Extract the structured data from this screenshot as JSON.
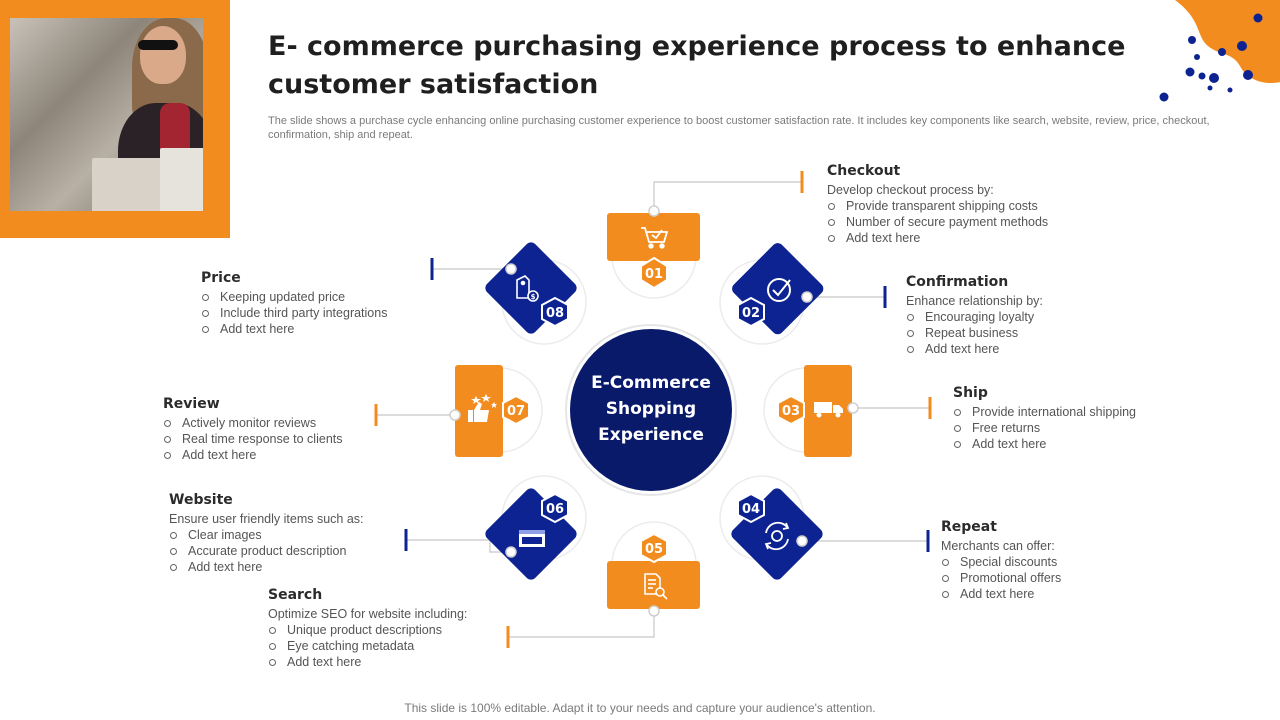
{
  "title": "E- commerce purchasing experience process to enhance customer satisfaction",
  "subtitle": "The slide shows a purchase cycle enhancing online purchasing customer experience to boost customer satisfaction rate. It includes key components like search, website, review, price, checkout, confirmation, ship and repeat.",
  "footer": "This slide is 100% editable. Adapt it to your needs and capture your audience's attention.",
  "hub": {
    "line1": "E-Commerce",
    "line2": "Shopping",
    "line3": "Experience"
  },
  "colors": {
    "orange": "#f28c1e",
    "navy": "#0d2391",
    "hub": "#0a1a6b"
  },
  "steps": [
    {
      "num": "01",
      "title": "Checkout",
      "intro": "Develop checkout process by:",
      "bullets": [
        "Provide transparent shipping costs",
        "Number of secure payment methods",
        "Add text here"
      ],
      "icon": "cart-check-icon"
    },
    {
      "num": "02",
      "title": "Confirmation",
      "intro": "Enhance relationship by:",
      "bullets": [
        "Encouraging loyalty",
        "Repeat business",
        "Add text here"
      ],
      "icon": "checkmark-circle-icon"
    },
    {
      "num": "03",
      "title": "Ship",
      "intro": "",
      "bullets": [
        "Provide international shipping",
        "Free returns",
        "Add text here"
      ],
      "icon": "truck-icon"
    },
    {
      "num": "04",
      "title": "Repeat",
      "intro": "Merchants can offer:",
      "bullets": [
        "Special discounts",
        "Promotional offers",
        "Add text here"
      ],
      "icon": "refresh-gear-icon"
    },
    {
      "num": "05",
      "title": "Search",
      "intro": "Optimize SEO for website including:",
      "bullets": [
        "Unique product descriptions",
        "Eye catching metadata",
        "Add text here"
      ],
      "icon": "document-search-icon"
    },
    {
      "num": "06",
      "title": "Website",
      "intro": "Ensure user friendly items such as:",
      "bullets": [
        "Clear images",
        "Accurate product description",
        "Add text here"
      ],
      "icon": "browser-window-icon"
    },
    {
      "num": "07",
      "title": "Review",
      "intro": "",
      "bullets": [
        "Actively monitor reviews",
        "Real time response to clients",
        "Add text here"
      ],
      "icon": "thumbs-up-stars-icon"
    },
    {
      "num": "08",
      "title": "Price",
      "intro": "",
      "bullets": [
        "Keeping updated price",
        "Include third party integrations",
        "Add text here"
      ],
      "icon": "price-tag-icon"
    }
  ]
}
